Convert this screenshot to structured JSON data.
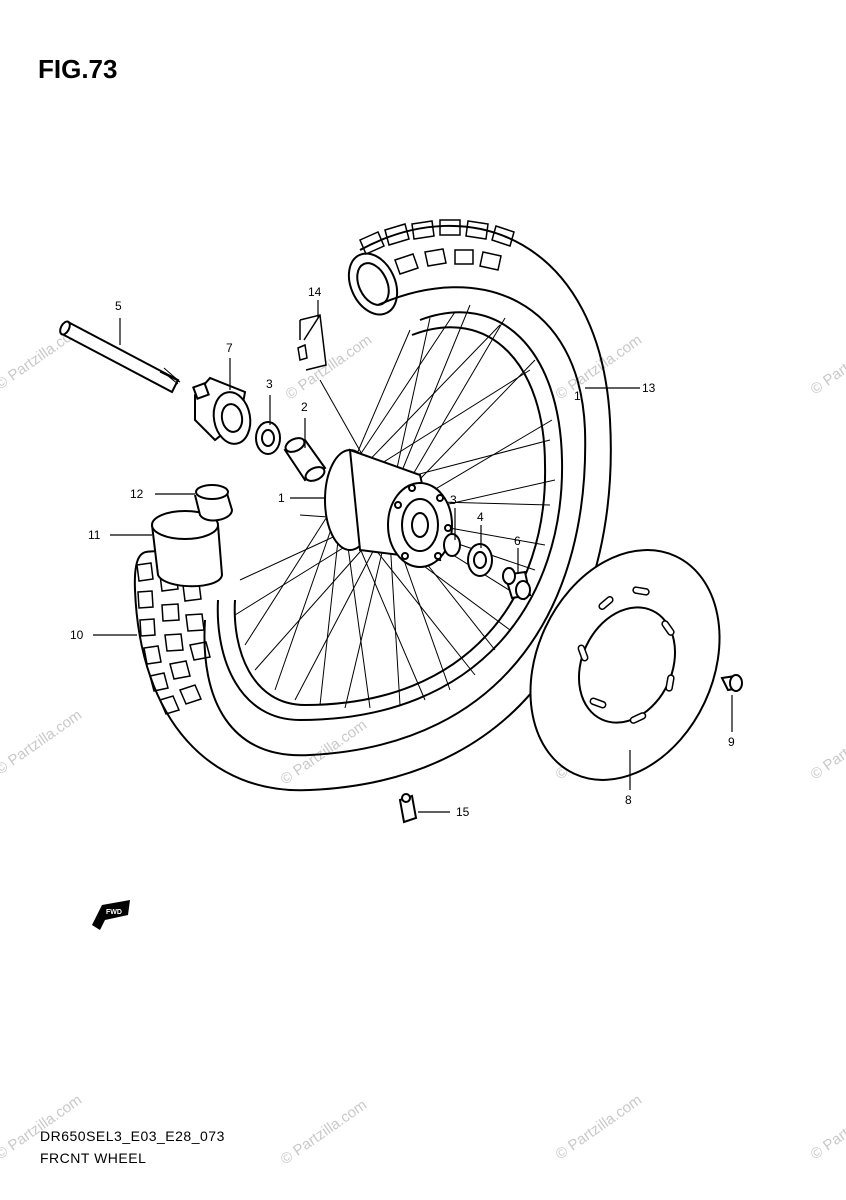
{
  "figure": {
    "title": "FIG.73",
    "model_code": "DR650SEL3_E03_E28_073",
    "caption": "FRCNT WHEEL"
  },
  "watermark": {
    "text": "© Partzilla.com",
    "color": "#c9c9c9"
  },
  "fwd_badge": {
    "text": "FWD"
  },
  "callouts": {
    "c1a": "1",
    "c1b": "1",
    "c2": "2",
    "c3a": "3",
    "c3b": "3",
    "c4": "4",
    "c5": "5",
    "c6": "6",
    "c7": "7",
    "c8": "8",
    "c9": "9",
    "c10": "10",
    "c11": "11",
    "c12": "12",
    "c13": "13",
    "c14": "14",
    "c15": "15"
  }
}
